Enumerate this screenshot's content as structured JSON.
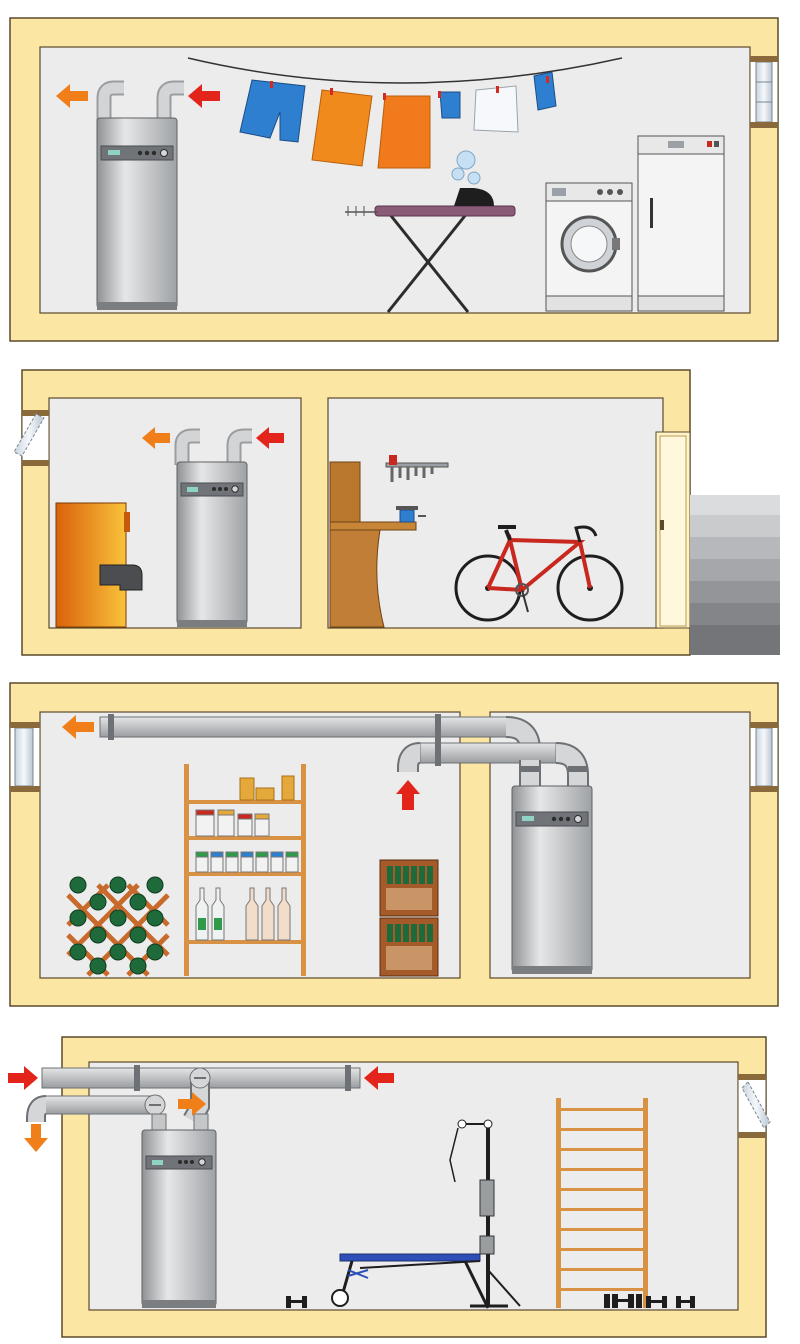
{
  "colors": {
    "wall": "#fce6a4",
    "wall_stroke": "#5c4a2a",
    "room": "#ececec",
    "appliance": "#c4c6c8",
    "appliance_dark": "#6d7074",
    "arrow_exhaust": "#f07f1a",
    "arrow_intake": "#e3241b",
    "wood": "#d99143",
    "shirt_blue": "#2f7fd1",
    "towel_orange": "#f08a1c",
    "stove_orange": "#f39a1b",
    "bike_red": "#c8281e"
  },
  "scenes": [
    {
      "id": "laundry-room",
      "objects": [
        "heat-pump-water-heater",
        "clothesline",
        "ironing-board",
        "steam-iron",
        "washing-machine",
        "tumble-dryer",
        "window"
      ]
    },
    {
      "id": "boiler-room-and-workshop",
      "objects": [
        "heat-pump-water-heater",
        "heating-boiler",
        "workbench",
        "tool-rack",
        "vise",
        "bicycle",
        "door",
        "stairs",
        "tilted-window"
      ]
    },
    {
      "id": "storage-cellar",
      "objects": [
        "heat-pump-water-heater",
        "duct-system",
        "wine-rack",
        "pantry-shelf",
        "bottle-crates",
        "windows"
      ]
    },
    {
      "id": "fitness-room",
      "objects": [
        "heat-pump-water-heater",
        "duct-system",
        "weight-bench",
        "cable-tower",
        "wall-bars",
        "dumbbells",
        "tilted-window"
      ]
    }
  ]
}
